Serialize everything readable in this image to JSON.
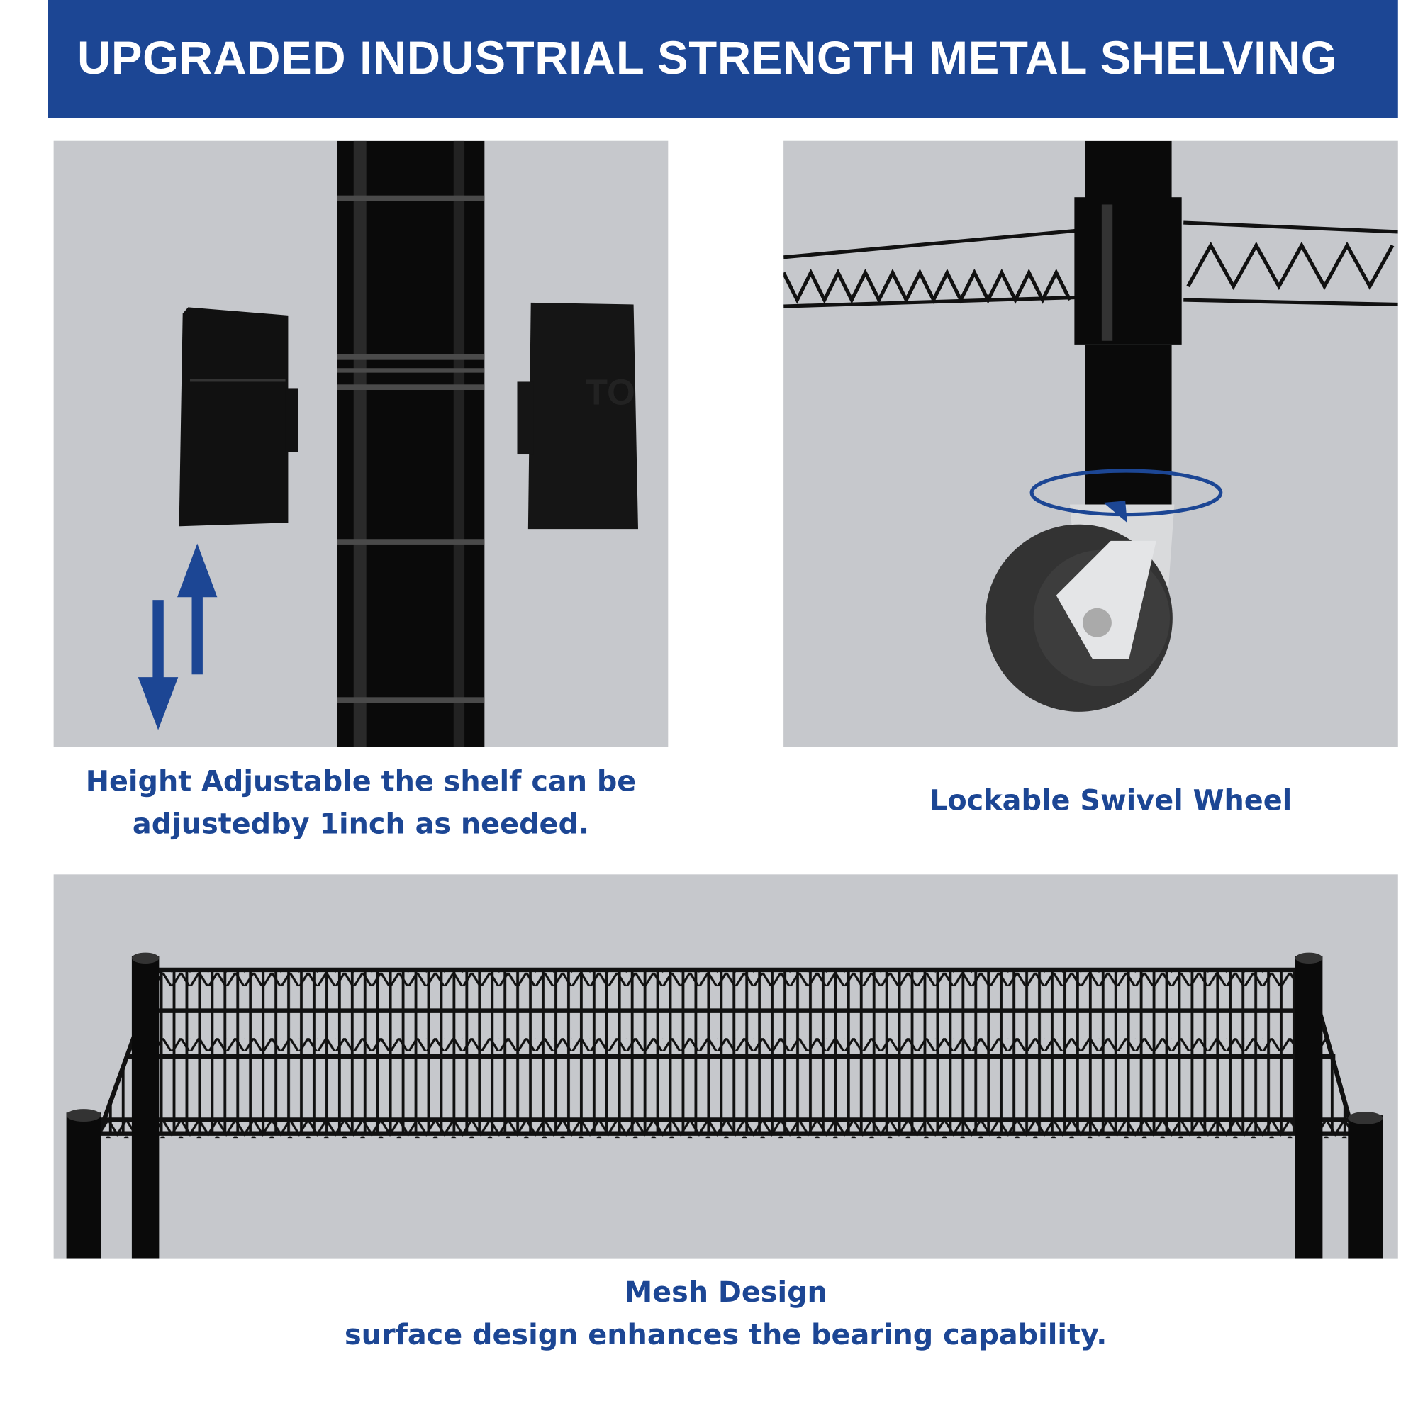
{
  "header": {
    "title": "UPGRADED INDUSTRIAL STRENGTH METAL SHELVING"
  },
  "features": [
    {
      "caption_lines": [
        "Height Adjustable the shelf can be",
        "adjustedby 1inch as needed."
      ],
      "icon": "up-down-arrows-icon"
    },
    {
      "caption_lines": [
        "Lockable Swivel Wheel"
      ],
      "icon": "rotate-arrow-icon"
    },
    {
      "caption_lines": [
        "Mesh Design",
        "surface design enhances the bearing capability."
      ]
    }
  ],
  "colors": {
    "brand": "#1c4694",
    "panel_bg": "#c6c8cc"
  }
}
